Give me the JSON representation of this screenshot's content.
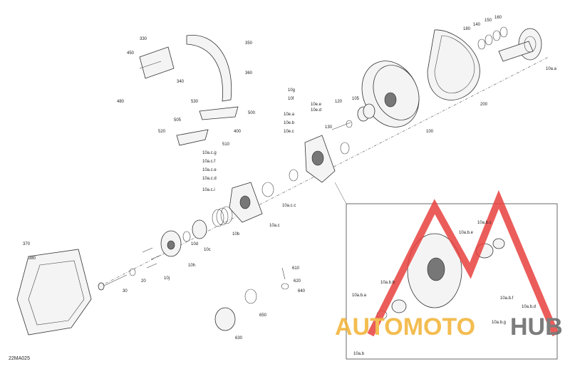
{
  "diagram": {
    "reference_code": "22MA025",
    "labels": [
      "330",
      "450",
      "350",
      "360",
      "340",
      "480",
      "530",
      "500",
      "505",
      "400",
      "520",
      "510",
      "10g",
      "10f",
      "10e.e",
      "10e.d",
      "10e.a",
      "10e.b",
      "10e.c",
      "120",
      "130",
      "105",
      "100",
      "200",
      "10a.a",
      "180",
      "140",
      "150",
      "160",
      "10a.c.g",
      "10a.c.f",
      "10a.c.e",
      "10a.c.d",
      "10a.c.i",
      "10a.c.c",
      "10a.c",
      "10b",
      "10c",
      "10d",
      "10h",
      "10j",
      "20",
      "30",
      "370",
      "380",
      "610",
      "620",
      "640",
      "650",
      "630"
    ],
    "inset_labels": [
      "10a.b.c",
      "10a.b.e",
      "10a.b.b",
      "10a.b.a",
      "10a.b.f",
      "10a.b.d",
      "10a.b.g",
      "10a.b"
    ]
  },
  "watermark": {
    "text_left": "AUTOMOTO",
    "text_right": "HUB",
    "color_red": "#e8413e",
    "color_yellow": "#f2b233",
    "color_gray": "#666666"
  }
}
